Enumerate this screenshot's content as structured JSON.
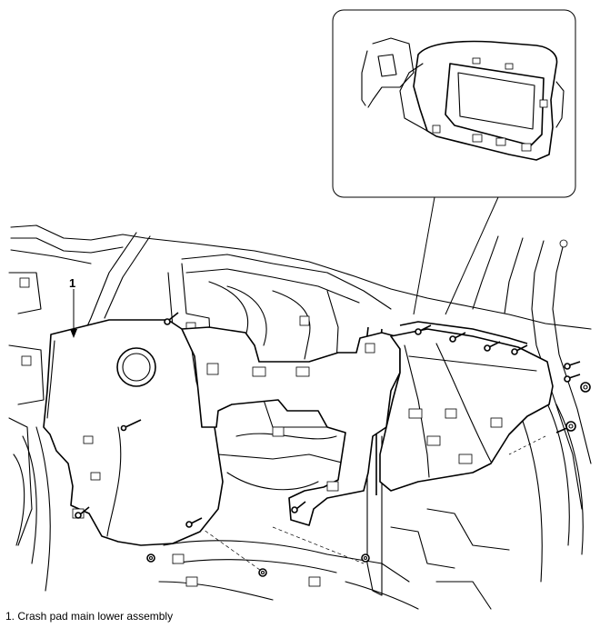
{
  "callout": {
    "number": "1"
  },
  "legend": [
    {
      "number": "1",
      "text": "1. Crash pad main lower assembly"
    }
  ]
}
